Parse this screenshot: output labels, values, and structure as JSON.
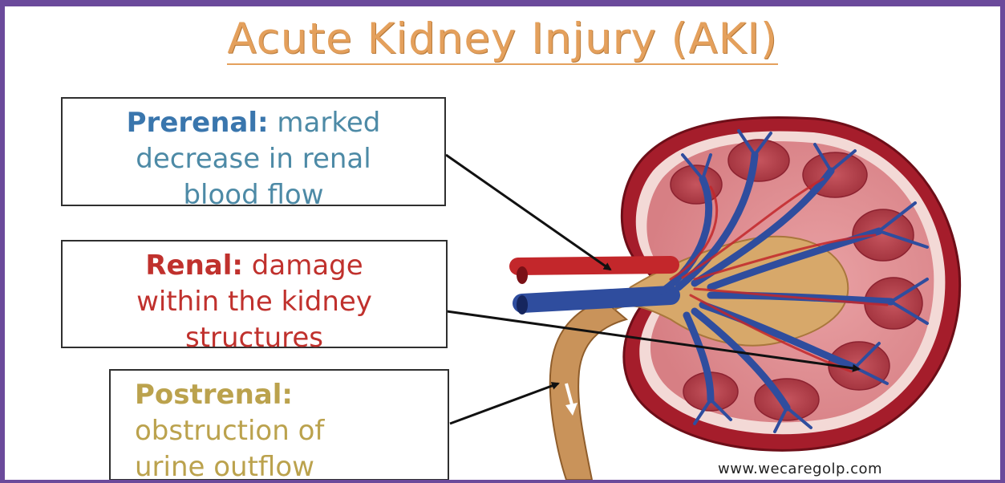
{
  "title": "Acute Kidney Injury (AKI)",
  "prerenal": {
    "label": "Prerenal:",
    "line1_rest": " marked",
    "line2": "decrease in renal",
    "line3": "blood flow"
  },
  "renal": {
    "label": "Renal:",
    "line1_rest": " damage",
    "line2": "within the kidney",
    "line3": "structures"
  },
  "postrenal": {
    "label": "Postrenal:",
    "line2": "obstruction of",
    "line3": "urine outflow"
  },
  "credit": "www.wecaregolp.com",
  "colors": {
    "title": "#e4a05c",
    "frame": "#6b4a9b",
    "prerenal_label": "#3a76ad",
    "renal_text": "#c0312d",
    "postrenal_text": "#bba24d",
    "vessel_red": "#c3272b",
    "vessel_blue": "#2f4d9e",
    "pelvis": "#d7a86a"
  }
}
